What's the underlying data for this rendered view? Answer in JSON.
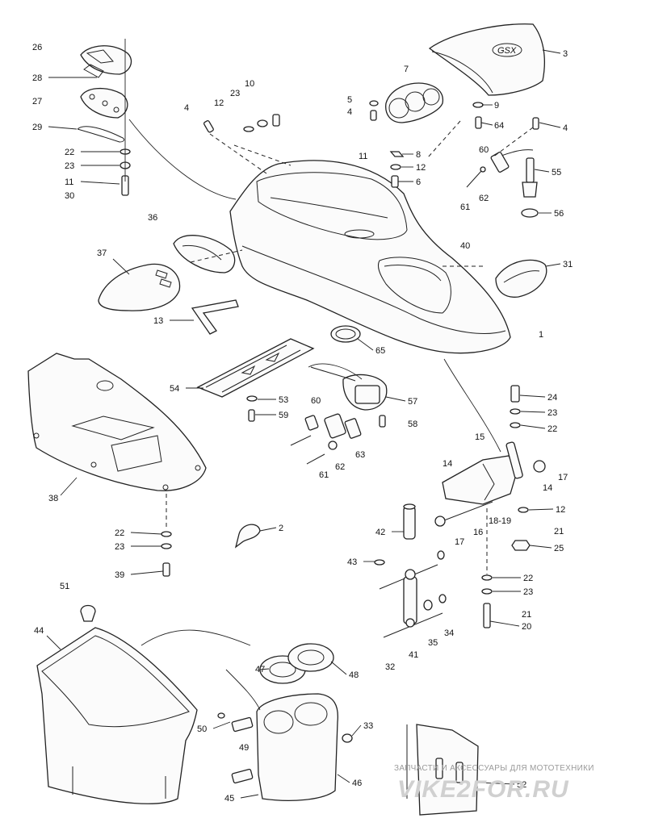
{
  "diagram": {
    "callouts": [
      {
        "id": "c26",
        "text": "26"
      },
      {
        "id": "c28",
        "text": "28"
      },
      {
        "id": "c27",
        "text": "27"
      },
      {
        "id": "c29",
        "text": "29"
      },
      {
        "id": "c22a",
        "text": "22"
      },
      {
        "id": "c23a",
        "text": "23"
      },
      {
        "id": "c11a",
        "text": "11"
      },
      {
        "id": "c30",
        "text": "30"
      },
      {
        "id": "c4a",
        "text": "4"
      },
      {
        "id": "c12a",
        "text": "12"
      },
      {
        "id": "c23b",
        "text": "23"
      },
      {
        "id": "c10",
        "text": "10"
      },
      {
        "id": "c7",
        "text": "7"
      },
      {
        "id": "c5",
        "text": "5"
      },
      {
        "id": "c4b",
        "text": "4"
      },
      {
        "id": "c3",
        "text": "3"
      },
      {
        "id": "c9",
        "text": "9"
      },
      {
        "id": "c64",
        "text": "64"
      },
      {
        "id": "c4c",
        "text": "4"
      },
      {
        "id": "c11b",
        "text": "11"
      },
      {
        "id": "c8",
        "text": "8"
      },
      {
        "id": "c12b",
        "text": "12"
      },
      {
        "id": "c6",
        "text": "6"
      },
      {
        "id": "c60a",
        "text": "60"
      },
      {
        "id": "c55",
        "text": "55"
      },
      {
        "id": "c62a",
        "text": "62"
      },
      {
        "id": "c61a",
        "text": "61"
      },
      {
        "id": "c56",
        "text": "56"
      },
      {
        "id": "c36",
        "text": "36"
      },
      {
        "id": "c37",
        "text": "37"
      },
      {
        "id": "c40",
        "text": "40"
      },
      {
        "id": "c31",
        "text": "31"
      },
      {
        "id": "c13",
        "text": "13"
      },
      {
        "id": "c1",
        "text": "1"
      },
      {
        "id": "c65",
        "text": "65"
      },
      {
        "id": "c54",
        "text": "54"
      },
      {
        "id": "c53",
        "text": "53"
      },
      {
        "id": "c59",
        "text": "59"
      },
      {
        "id": "c60b",
        "text": "60"
      },
      {
        "id": "c57",
        "text": "57"
      },
      {
        "id": "c58",
        "text": "58"
      },
      {
        "id": "c63",
        "text": "63"
      },
      {
        "id": "c62b",
        "text": "62"
      },
      {
        "id": "c61b",
        "text": "61"
      },
      {
        "id": "c38",
        "text": "38"
      },
      {
        "id": "c24",
        "text": "24"
      },
      {
        "id": "c23c",
        "text": "23"
      },
      {
        "id": "c22b",
        "text": "22"
      },
      {
        "id": "c15",
        "text": "15"
      },
      {
        "id": "c14a",
        "text": "14"
      },
      {
        "id": "c14b",
        "text": "14"
      },
      {
        "id": "c17a",
        "text": "17"
      },
      {
        "id": "c12c",
        "text": "12"
      },
      {
        "id": "c1819",
        "text": "18-19"
      },
      {
        "id": "c16",
        "text": "16"
      },
      {
        "id": "c17b",
        "text": "17"
      },
      {
        "id": "c42",
        "text": "42"
      },
      {
        "id": "c2",
        "text": "2"
      },
      {
        "id": "c22c",
        "text": "22"
      },
      {
        "id": "c23d",
        "text": "23"
      },
      {
        "id": "c39",
        "text": "39"
      },
      {
        "id": "c21a",
        "text": "21"
      },
      {
        "id": "c25",
        "text": "25"
      },
      {
        "id": "c43",
        "text": "43"
      },
      {
        "id": "c22d",
        "text": "22"
      },
      {
        "id": "c23e",
        "text": "23"
      },
      {
        "id": "c21b",
        "text": "21"
      },
      {
        "id": "c20",
        "text": "20"
      },
      {
        "id": "c51",
        "text": "51"
      },
      {
        "id": "c44",
        "text": "44"
      },
      {
        "id": "c35",
        "text": "35"
      },
      {
        "id": "c34",
        "text": "34"
      },
      {
        "id": "c32",
        "text": "32"
      },
      {
        "id": "c41",
        "text": "41"
      },
      {
        "id": "c47",
        "text": "47"
      },
      {
        "id": "c48",
        "text": "48"
      },
      {
        "id": "c50",
        "text": "50"
      },
      {
        "id": "c33",
        "text": "33"
      },
      {
        "id": "c49",
        "text": "49"
      },
      {
        "id": "c46",
        "text": "46"
      },
      {
        "id": "c45",
        "text": "45"
      },
      {
        "id": "c52",
        "text": "52"
      }
    ],
    "nameplate_text": "GSX"
  },
  "watermark": {
    "caption": "ЗАПЧАСТИ И АКСЕССУАРЫ ДЛЯ МОТОТЕХНИКИ",
    "logo": "VIKE2FOR.RU"
  }
}
